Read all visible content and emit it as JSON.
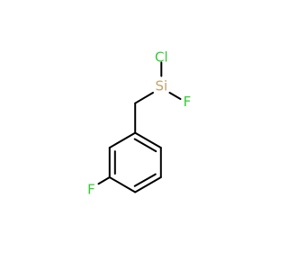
{
  "molecule": {
    "atoms": {
      "cl": {
        "label": "Cl",
        "color": "#33cc33"
      },
      "si": {
        "label": "Si",
        "color": "#c2a36b"
      },
      "f_si": {
        "label": "F",
        "color": "#33cc33"
      },
      "f_ring": {
        "label": "F",
        "color": "#33cc33"
      }
    },
    "bond_color": "#000000"
  }
}
